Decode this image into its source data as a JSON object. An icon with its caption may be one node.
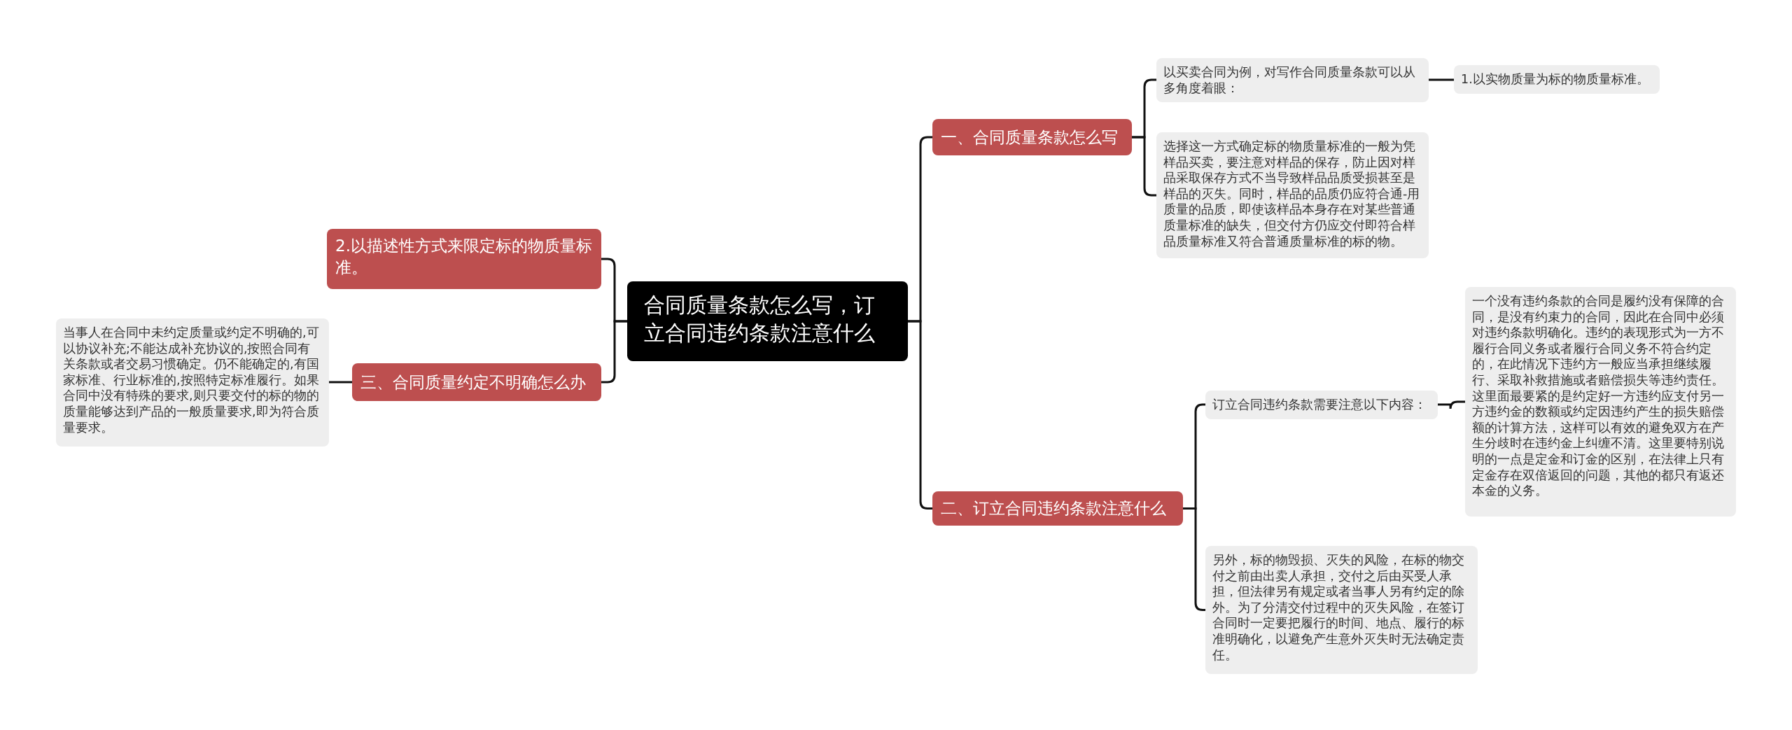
{
  "diagram": {
    "nodes": [
      {
        "text": [
          "合同质量条款怎么写，订立合同违约条款注意什么"
        ]
      },
      {
        "text": [
          "一、合同质量条款怎么写"
        ]
      },
      {
        "text": [
          "以买卖合同为例，对写作合同质量条款可以从多角度着眼："
        ]
      },
      {
        "text": [
          "1.以实物质量为标的物质量标准。"
        ]
      },
      {
        "text": [
          "选择这一方式确定标的物质量标准的一般为凭样品买卖，要注意对样品的保存，防止因对样品采取保存方式不当导致样品品质受损甚至是样品的灭失。同时，样品的品质仍应符合通-用质量的品质，即使该样品本身存在对某些普通质量标准的缺失，但交付方仍应交付即符合样品质量标准又符合普通质量标准的标的物。"
        ]
      },
      {
        "text": [
          "二、订立合同违约条款注意什么"
        ]
      },
      {
        "text": [
          "订立合同违约条款需要注意以下内容："
        ]
      },
      {
        "text": [
          "一个没有违约条款的合同是履约没有保障的合同，是没有约束力的合同，因此在合同中必须对违约条款明确化。违约的表现形式为一方不履行合同义务或者履行合同义务不符合约定的，在此情况下违约方一般应当承担继续履行、采取补救措施或者赔偿损失等违约责任。这里面最要紧的是约定好一方违约应支付另一方违约金的数额或约定因违约产生的损失赔偿额的计算方法，这样可以有效的避免双方在产生分歧时在违约金上纠缠不清。这里要特别说明的一点是定金和订金的区别，在法律上只有定金存在双倍返回的问题，其他的都只有返还本金的义务。"
        ]
      },
      {
        "text": [
          "另外，标的物毁损、灭失的风险，在标的物交付之前由出卖人承担，交付之后由买受人承担，但法律另有规定或者当事人另有约定的除外。为了分清交付过程中的灭失风险，在签订合同时一定要把履行的时间、地点、履行的标准明确化，以避免产生意外灭失时无法确定责任。"
        ]
      },
      {
        "text": [
          "2.以描述性方式来限定标的物质量标准。"
        ]
      },
      {
        "text": [
          "三、合同质量约定不明确怎么办"
        ]
      },
      {
        "text": [
          "当事人在合同中未约定质量或约定不明确的,可以协议补充;不能达成补充协议的,按照合同有关条款或者交易习惯确定。仍不能确定的,有国家标准、行业标准的,按照特定标准履行。如果合同中没有特殊的要求,则只要交付的标的物的质量能够达到产品的一般质量要求,即为符合质量要求。"
        ]
      }
    ],
    "edges": [
      {
        "from": 0,
        "to": 1,
        "arrow": "none"
      },
      {
        "from": 1,
        "to": 2,
        "arrow": "none"
      },
      {
        "from": 2,
        "to": 3,
        "arrow": "none"
      },
      {
        "from": 1,
        "to": 4,
        "arrow": "none"
      },
      {
        "from": 0,
        "to": 5,
        "arrow": "none"
      },
      {
        "from": 5,
        "to": 6,
        "arrow": "none"
      },
      {
        "from": 6,
        "to": 7,
        "arrow": "none"
      },
      {
        "from": 5,
        "to": 8,
        "arrow": "none"
      },
      {
        "from": 0,
        "to": 9,
        "arrow": "none"
      },
      {
        "from": 0,
        "to": 10,
        "arrow": "none"
      },
      {
        "from": 10,
        "to": 11,
        "arrow": "none"
      }
    ]
  }
}
